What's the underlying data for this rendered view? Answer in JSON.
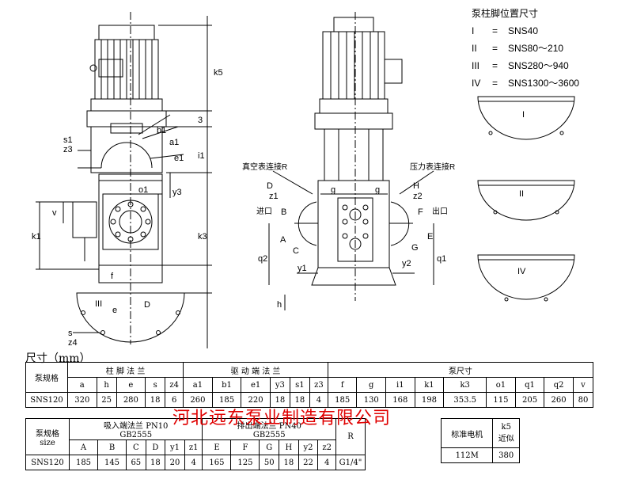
{
  "legend": {
    "title": "泵柱脚位置尺寸",
    "rows": [
      {
        "roman": "I",
        "eq": "=",
        "value": "SNS40"
      },
      {
        "roman": "II",
        "eq": "=",
        "value": "SNS80～210"
      },
      {
        "roman": "III",
        "eq": "=",
        "value": "SNS280～940"
      },
      {
        "roman": "IV",
        "eq": "=",
        "value": "SNS1300～3600"
      }
    ]
  },
  "drawing": {
    "labels": {
      "k5": "k5",
      "three": "3",
      "s1": "s1",
      "z3": "z3",
      "b1": "b1",
      "a1": "a1",
      "e1": "e1",
      "i1": "i1",
      "y3": "y3",
      "o1": "o1",
      "v": "v",
      "k1": "k1",
      "k3": "k3",
      "f": "f",
      "roman3": "III",
      "e": "e",
      "d": "D",
      "s": "s",
      "z4": "z4",
      "vacuum": "真空表连接R",
      "pressure": "压力表连接R",
      "inlet": "进口",
      "outlet": "出口",
      "D": "D",
      "z1": "z1",
      "g1": "g",
      "g2": "g",
      "H": "H",
      "z2": "z2",
      "B": "B",
      "F": "F",
      "A": "A",
      "E": "E",
      "C": "C",
      "G": "G",
      "q2": "q2",
      "q1": "q1",
      "y1": "y1",
      "y2": "y2",
      "h": "h",
      "ra": "I",
      "rb": "II",
      "rc": "IV"
    }
  },
  "dim_title": "尺寸（mm）",
  "table1": {
    "model_header": "泵规格",
    "group1": "柱 脚 法 兰",
    "group2": "驱 动 端 法 兰",
    "group3": "泵尺寸",
    "cols1": [
      "a",
      "h",
      "e",
      "s",
      "z4"
    ],
    "cols2": [
      "a1",
      "b1",
      "e1",
      "y3",
      "s1",
      "z3"
    ],
    "cols3": [
      "f",
      "g",
      "i1",
      "k1",
      "k3",
      "o1",
      "q1",
      "q2",
      "v"
    ],
    "row": {
      "model": "SNS120",
      "vals": [
        "320",
        "25",
        "280",
        "18",
        "6",
        "260",
        "185",
        "220",
        "18",
        "18",
        "4",
        "185",
        "130",
        "168",
        "198",
        "353.5",
        "115",
        "205",
        "260",
        "80"
      ]
    }
  },
  "table2": {
    "model_header": "泵规格",
    "model_sub": "size",
    "group1": "吸入端法兰 PN10",
    "group1b": "GB2555",
    "group2": "排出端法兰 PN40",
    "group2b": "GB2555",
    "cols": [
      "A",
      "B",
      "C",
      "D",
      "y1",
      "z1",
      "E",
      "F",
      "G",
      "H",
      "y2",
      "z2",
      "R"
    ],
    "row": {
      "model": "SNS120",
      "vals": [
        "185",
        "145",
        "65",
        "18",
        "20",
        "4",
        "165",
        "125",
        "50",
        "18",
        "22",
        "4",
        "G1/4\""
      ]
    }
  },
  "table3": {
    "h1": "标准电机",
    "h2": "k5",
    "h2b": "近似",
    "row": {
      "motor": "112M",
      "k5": "380"
    }
  },
  "watermark": "河北远东泵业制造有限公司"
}
